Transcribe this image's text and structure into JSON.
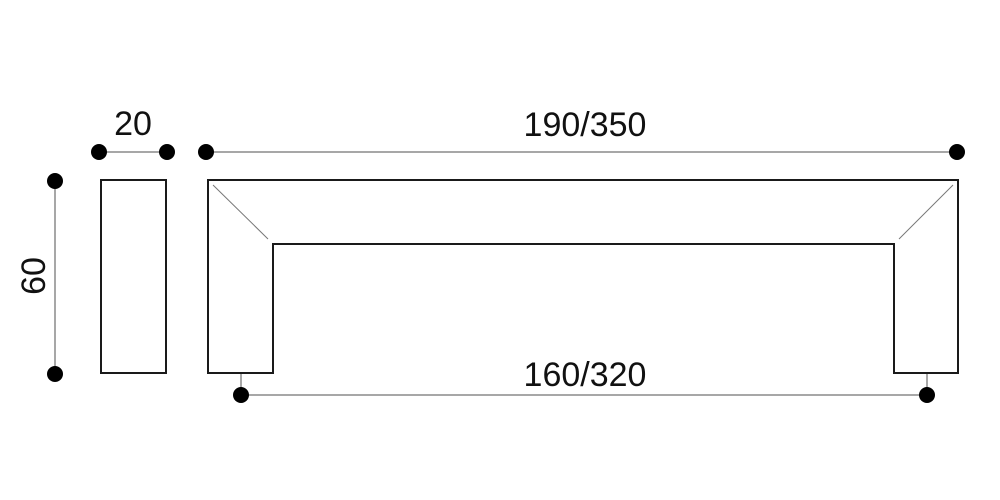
{
  "drawing": {
    "dimensions": {
      "side_width": "20",
      "side_height": "60",
      "overall_length": "190/350",
      "center_distance": "160/320"
    },
    "colors": {
      "background": "#ffffff",
      "outline": "#1a1a1a",
      "dimension_line": "#8a8a8a",
      "miter_line": "#777777",
      "marker_dot": "#000000",
      "label_text": "#111111"
    }
  }
}
